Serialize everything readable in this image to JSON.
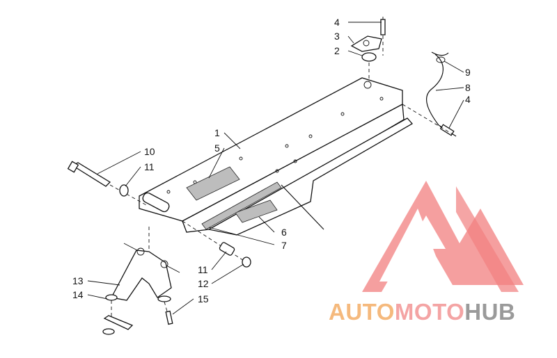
{
  "callouts": [
    {
      "id": "4a",
      "text": "4"
    },
    {
      "id": "3",
      "text": "3"
    },
    {
      "id": "2",
      "text": "2"
    },
    {
      "id": "9",
      "text": "9"
    },
    {
      "id": "8",
      "text": "8"
    },
    {
      "id": "4b",
      "text": "4"
    },
    {
      "id": "1",
      "text": "1"
    },
    {
      "id": "5",
      "text": "5"
    },
    {
      "id": "10",
      "text": "10"
    },
    {
      "id": "11a",
      "text": "11"
    },
    {
      "id": "6",
      "text": "6"
    },
    {
      "id": "7",
      "text": "7"
    },
    {
      "id": "11b",
      "text": "11"
    },
    {
      "id": "12",
      "text": "12"
    },
    {
      "id": "13",
      "text": "13"
    },
    {
      "id": "14",
      "text": "14"
    },
    {
      "id": "15",
      "text": "15"
    }
  ],
  "watermark": {
    "word_1": "AUTO",
    "word_2": "MOTO",
    "word_3": "HUB",
    "colors": {
      "auto": "#f5b97d",
      "moto": "#f4a4a4",
      "hub": "#9a9a9a",
      "logo": "#f06a6a"
    }
  }
}
